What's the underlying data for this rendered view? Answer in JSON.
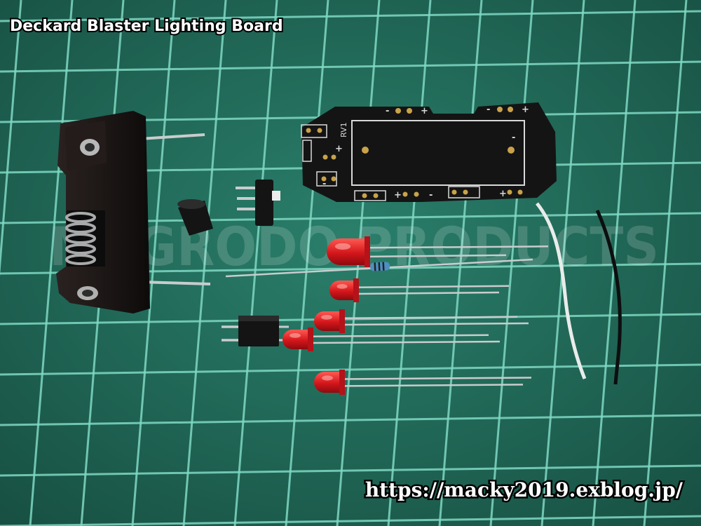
{
  "caption": {
    "title": "Deckard Blaster Lighting Board",
    "url": "https://macky2019.exblog.jp/"
  },
  "watermark": {
    "text": "MAGRODO PRODUCTS"
  },
  "pcb": {
    "label": "RV1",
    "pad_marks": [
      "-",
      "+",
      "-",
      "+",
      "+",
      "-",
      "+",
      "-",
      "+",
      "-"
    ]
  },
  "colors": {
    "mat": "#1f6b5a",
    "grid": "#7fd8c3",
    "pcb": "#141414",
    "led": "#d4161b",
    "lead": "#c9cccd"
  }
}
